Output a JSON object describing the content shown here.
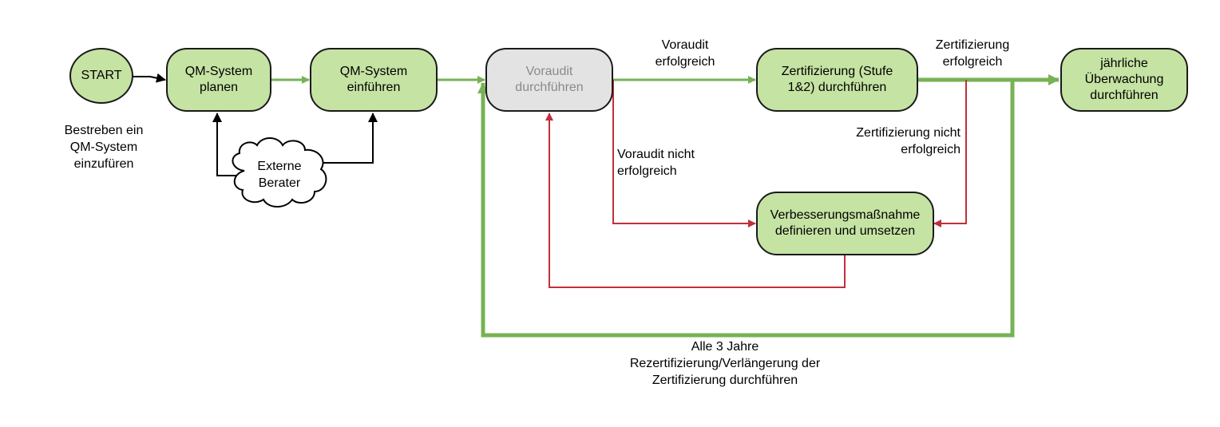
{
  "colors": {
    "node_fill": "#c5e3a3",
    "node_grey": "#e3e3e3",
    "green_arrow": "#77b255",
    "red_arrow": "#c0303a",
    "black_arrow": "#000000"
  },
  "nodes": {
    "start": "START",
    "qm_planen": "QM-System\nplanen",
    "qm_einfuehren": "QM-System\neinführen",
    "voraudit": "Voraudit\ndurchführen",
    "zertifizierung": "Zertifizierung (Stufe\n1&2) durchführen",
    "ueberwachung": "jährliche\nÜberwachung\ndurchführen",
    "verbesserung": "Verbesserungsmaßnahme\ndefinieren und umsetzen",
    "externe_berater": "Externe\nBerater"
  },
  "labels": {
    "bestreben": "Bestreben ein\nQM-System\neinzufüren",
    "voraudit_erfolgreich": "Voraudit\nerfolgreich",
    "zert_erfolgreich": "Zertifizierung\nerfolgreich",
    "voraudit_nicht": "Voraudit nicht\nerfolgreich",
    "zert_nicht": "Zertifizierung nicht\nerfolgreich",
    "rezert": "Alle 3 Jahre\nRezertifizierung/Verlängerung der\nZertifizierung durchführen"
  }
}
